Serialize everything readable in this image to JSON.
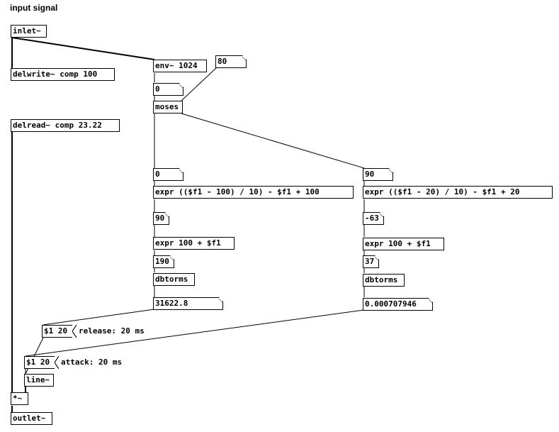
{
  "title": "input signal",
  "objects": {
    "inlet": "inlet~",
    "delwrite": "delwrite~ comp 100",
    "env": "env~ 1024",
    "num_80": "80",
    "num_0_top": "0",
    "moses": "moses",
    "delread": "delread~ comp 23.22",
    "num_0_left": "0",
    "num_90_right": "90",
    "expr_left": "expr (($f1 - 100) / 10) - $f1 + 100",
    "expr_right": "expr (($f1 - 20) / 10) - $f1 + 20",
    "num_90_left": "90",
    "num_neg63": "-63",
    "expr100_left": "expr 100 + $f1",
    "expr100_right": "expr 100 + $f1",
    "num_190": "190",
    "num_37": "37",
    "dbtorms_left": "dbtorms",
    "dbtorms_right": "dbtorms",
    "num_31622": "31622.8",
    "num_0000707": "0.000707946",
    "msg_release": "$1 20",
    "comment_release": "release: 20 ms",
    "msg_attack": "$1 20",
    "comment_attack": "attack: 20 ms",
    "line": "line~",
    "mul": "*~",
    "outlet": "outlet~"
  }
}
